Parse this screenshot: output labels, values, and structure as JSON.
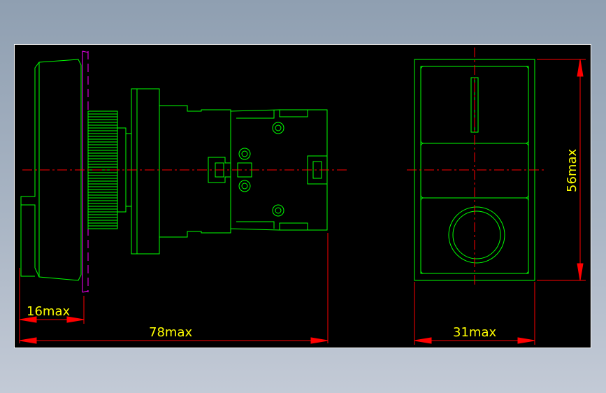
{
  "colors": {
    "background": "#000000",
    "outline": "#00ff00",
    "dimension_line": "#ff0000",
    "dimension_text": "#ffff00",
    "panel": "#ff00ff",
    "centerline": "#ff0000",
    "frame": "#ffffff"
  },
  "dimensions": {
    "depth_front": "16max",
    "total_length": "78max",
    "width": "31max",
    "height": "56max"
  }
}
